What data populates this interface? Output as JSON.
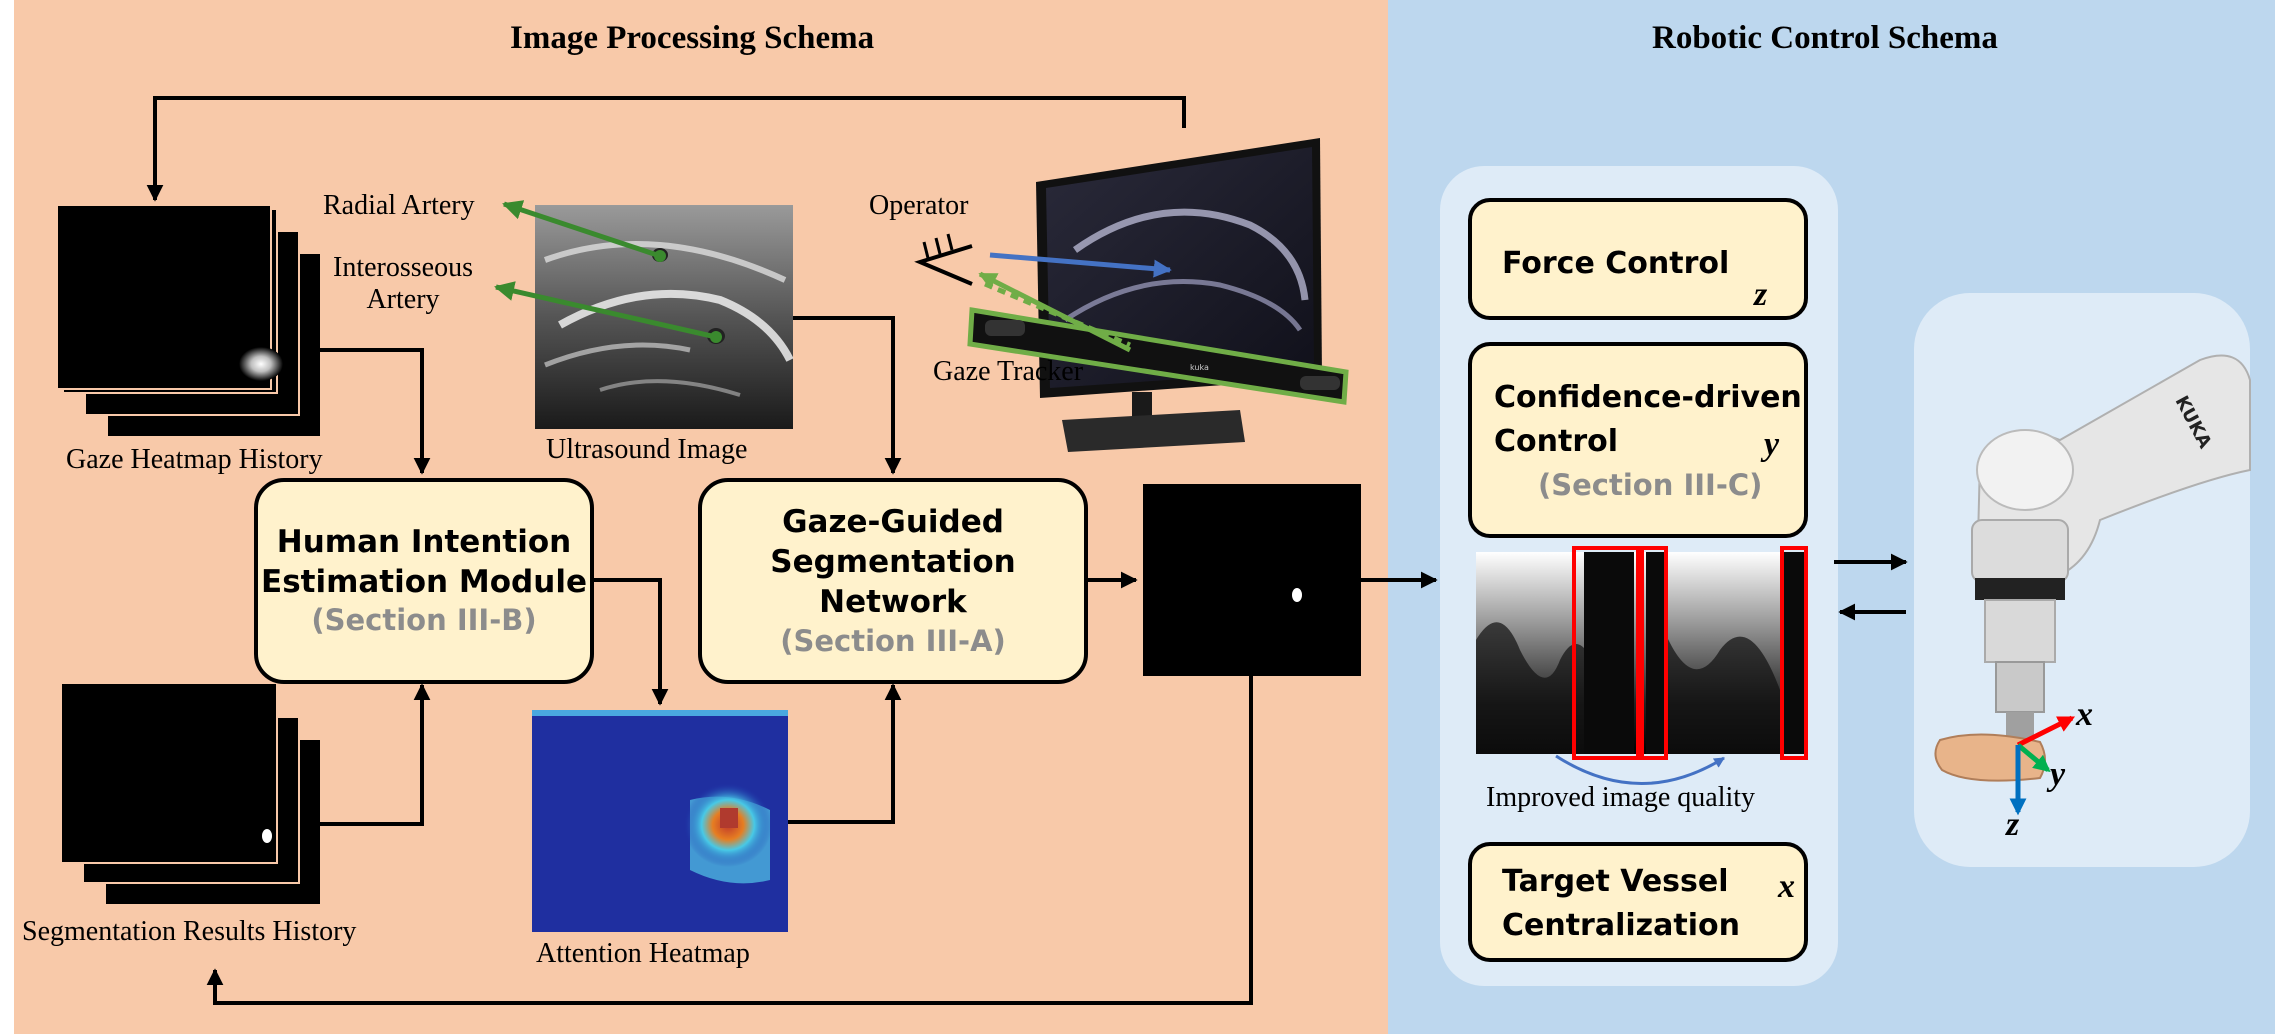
{
  "titles": {
    "left": "Image Processing Schema",
    "right": "Robotic Control Schema"
  },
  "labels": {
    "radial_artery": "Radial Artery",
    "interosseous_artery_line1": "Interosseous",
    "interosseous_artery_line2": "Artery",
    "operator": "Operator",
    "gaze_tracker": "Gaze Tracker",
    "gaze_heatmap_history": "Gaze Heatmap History",
    "ultrasound_image": "Ultrasound Image",
    "segmentation_results_history": "Segmentation Results History",
    "attention_heatmap": "Attention Heatmap",
    "improved_image_quality": "Improved image quality",
    "monitor_brand": "kuka",
    "robot_brand": "KUKA"
  },
  "modules": {
    "hiem": {
      "line1": "Human Intention",
      "line2": "Estimation Module",
      "section": "(Section III-B)"
    },
    "ggsn": {
      "line1": "Gaze-Guided",
      "line2": "Segmentation Network",
      "section": "(Section III-A)"
    }
  },
  "control": {
    "force": {
      "title": "Force Control",
      "axis": "z"
    },
    "confidence": {
      "line1": "Confidence-driven",
      "line2": "Control",
      "section": "(Section III-C)",
      "axis": "y"
    },
    "centralization": {
      "line1": "Target Vessel",
      "line2": "Centralization",
      "axis": "x"
    }
  },
  "robot_axes": {
    "x": "x",
    "y": "y",
    "z": "z"
  },
  "colors": {
    "left_bg": "#f8c9a9",
    "right_bg": "#bdd7ee",
    "module_fill": "#fff2cc",
    "section_gray": "#8c8c8c",
    "arrow_green": "#3a8a2e",
    "gaze_green": "#70ad47",
    "gaze_blue": "#4472c4",
    "axis_blue": "#0070c0",
    "axis_red": "#ff0000",
    "axis_green": "#00b050",
    "highlight_red": "#ff0000"
  }
}
